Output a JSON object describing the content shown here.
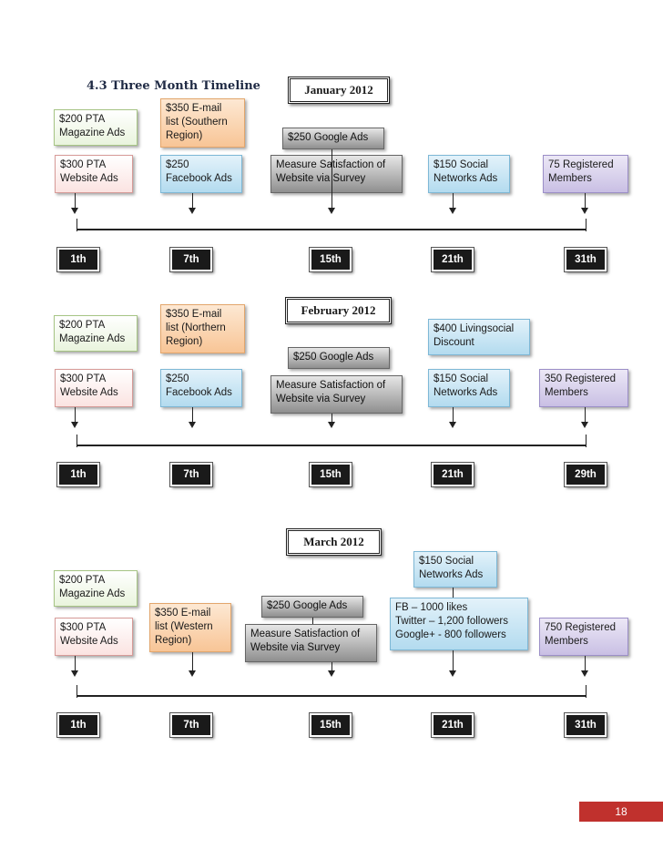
{
  "heading": "4.3  Three Month Timeline",
  "page_number": "18",
  "months": [
    {
      "title": "January 2012",
      "items": {
        "pta_magazine": "$200 PTA\nMagazine Ads",
        "pta_website": "$300 PTA\nWebsite Ads",
        "email": "$350 E-mail\nlist (Southern\nRegion)",
        "facebook": "$250\nFacebook Ads",
        "google": "$250 Google Ads",
        "survey": "Measure Satisfaction of\nWebsite via Survey",
        "social": "$150 Social\nNetworks Ads",
        "members": "75 Registered\nMembers"
      },
      "days": [
        "1th",
        "7th",
        "15th",
        "21th",
        "31th"
      ]
    },
    {
      "title": "February 2012",
      "items": {
        "pta_magazine": "$200 PTA\nMagazine Ads",
        "pta_website": "$300 PTA\nWebsite Ads",
        "email": "$350 E-mail\nlist (Northern\nRegion)",
        "facebook": "$250\nFacebook Ads",
        "google": "$250 Google Ads",
        "survey": "Measure Satisfaction of\nWebsite via Survey",
        "livingsocial": "$400 Livingsocial\nDiscount",
        "social": "$150 Social\nNetworks Ads",
        "members": "350 Registered\nMembers"
      },
      "days": [
        "1th",
        "7th",
        "15th",
        "21th",
        "29th"
      ]
    },
    {
      "title": "March 2012",
      "items": {
        "pta_magazine": "$200 PTA\nMagazine Ads",
        "pta_website": "$300 PTA\nWebsite Ads",
        "email": "$350 E-mail\nlist (Western\nRegion)",
        "google": "$250 Google Ads",
        "survey": "Measure Satisfaction of\nWebsite via Survey",
        "social": "$150 Social\nNetworks Ads",
        "followers": "FB – 1000 likes\nTwitter – 1,200 followers\nGoogle+ - 800 followers",
        "members": "750 Registered\nMembers"
      },
      "days": [
        "1th",
        "7th",
        "15th",
        "21th",
        "31th"
      ]
    }
  ],
  "colors": {
    "page_number_bg": "#c0312d",
    "day_marker_bg": "#1a1a1a"
  }
}
